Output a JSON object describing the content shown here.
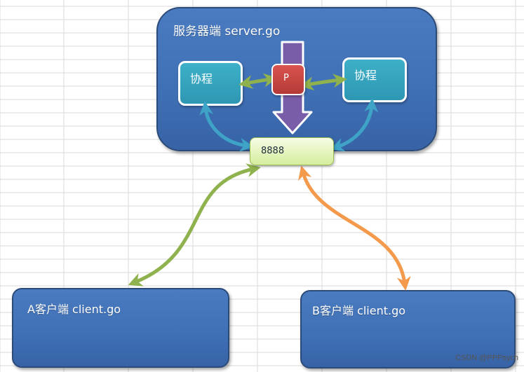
{
  "server": {
    "title": "服务器端  server.go"
  },
  "process": {
    "label": "P"
  },
  "coroutines": [
    {
      "label": "协程"
    },
    {
      "label": "协程"
    }
  ],
  "port": {
    "label": "8888"
  },
  "clients": [
    {
      "title": "A客户端  client.go"
    },
    {
      "title": "B客户端  client.go"
    }
  ],
  "watermark": "CSDN @PPPsych",
  "colors": {
    "box_fill": "#4276bc",
    "routine_fill": "#35a3bd",
    "process_fill": "#c0413d",
    "port_fill": "#e2f3b6",
    "green_arrow": "#8fb24e",
    "teal_arrow": "#3ea3c6",
    "orange_arrow": "#f39a4c",
    "purple_arrow": "#7a5da8"
  }
}
